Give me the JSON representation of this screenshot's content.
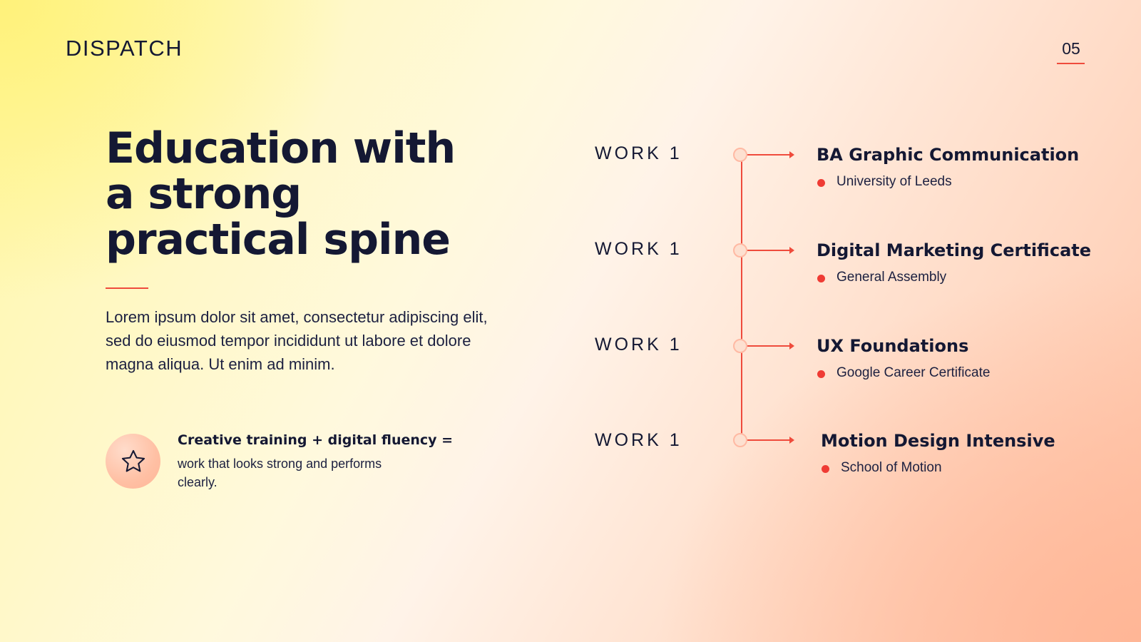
{
  "brand": "DISPATCH",
  "page_number": "05",
  "headline": [
    "Education with",
    "a strong",
    "practical spine"
  ],
  "intro": "Lorem ipsum dolor sit amet, consectetur adipiscing elit, sed do eiusmod tempor incididunt ut labore et dolore magna aliqua. Ut enim ad minim.",
  "callout": {
    "icon": "star-icon",
    "title": "Creative training + digital fluency =",
    "body": "work that looks strong and performs clearly."
  },
  "colors": {
    "accent": "#ef4b3c",
    "text": "#141833"
  },
  "timeline": [
    {
      "label": "WORK 1",
      "title": "BA Graphic Communication",
      "subtitle": "University of Leeds"
    },
    {
      "label": "WORK 1",
      "title": "Digital Marketing Certificate",
      "subtitle": "General Assembly"
    },
    {
      "label": "WORK 1",
      "title": "UX Foundations",
      "subtitle": "Google Career Certificate"
    },
    {
      "label": "WORK 1",
      "title": "Motion Design Intensive",
      "subtitle": "School of Motion"
    }
  ]
}
